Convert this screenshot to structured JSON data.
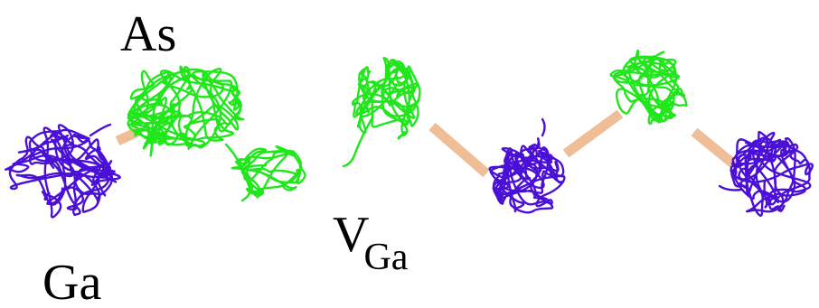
{
  "labels": {
    "arsenic": "As",
    "gallium": "Ga",
    "vacancy_main": "V",
    "vacancy_sub": "Ga"
  },
  "colors": {
    "arsenic": "#22e61c",
    "gallium": "#4b10d6",
    "bond": "#f0be96"
  }
}
